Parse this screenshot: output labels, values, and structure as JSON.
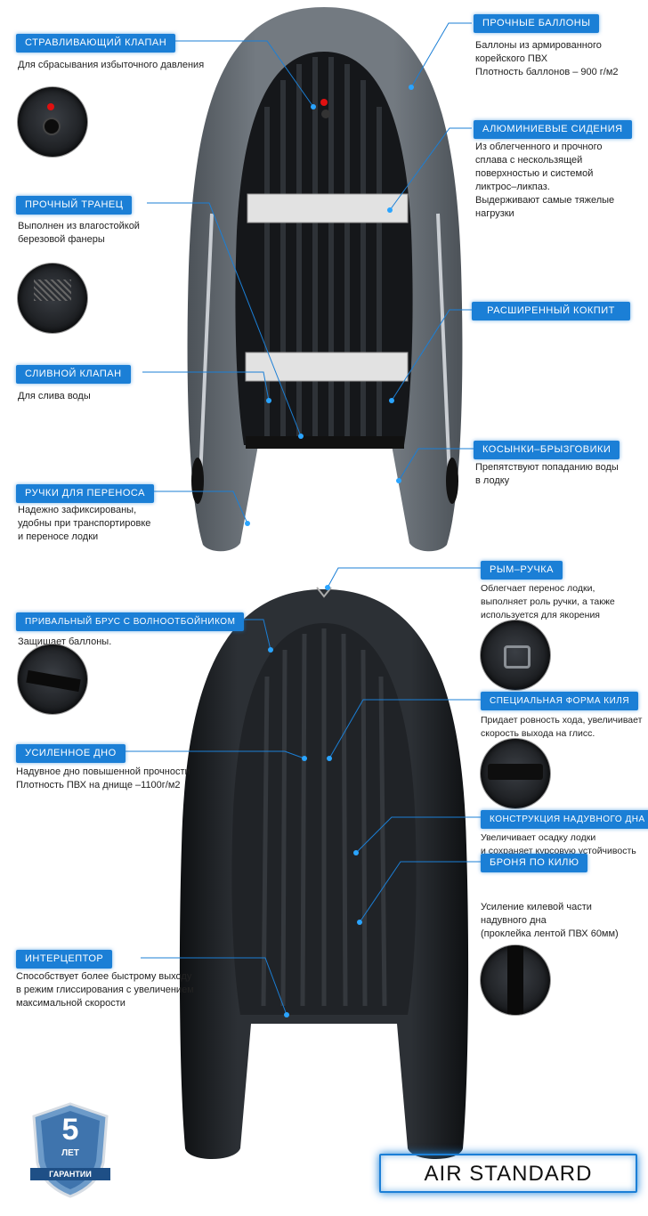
{
  "top_features": [
    {
      "label": "СТРАВЛИВАЮЩИЙ КЛАПАН",
      "desc": [
        "Для сбрасывания избыточного давления"
      ]
    },
    {
      "label": "ПРОЧНЫЙ ТРАНЕЦ",
      "desc": [
        "Выполнен из влагостойкой",
        "березовой фанеры"
      ]
    },
    {
      "label": "СЛИВНОЙ КЛАПАН",
      "desc": [
        "Для слива воды"
      ]
    },
    {
      "label": "РУЧКИ ДЛЯ ПЕРЕНОСА",
      "desc": [
        "Надежно зафиксированы,",
        "удобны при транспортировке",
        "и переносе лодки"
      ]
    },
    {
      "label": "ПРОЧНЫЕ БАЛЛОНЫ",
      "desc": [
        "Баллоны из армированного",
        "корейского ПВХ",
        "Плотность баллонов – 900 г/м2"
      ]
    },
    {
      "label": "АЛЮМИНИЕВЫЕ СИДЕНИЯ",
      "desc": [
        "Из облегченного и прочного",
        "сплава с нескользящей",
        "поверхностью и системой",
        "ликтрос–ликпаз.",
        "Выдерживают самые тяжелые",
        "нагрузки"
      ]
    },
    {
      "label": "РАСШИРЕННЫЙ КОКПИТ",
      "desc": []
    },
    {
      "label": "КОСЫНКИ–БРЫЗГОВИКИ",
      "desc": [
        "Препятствуют попаданию воды",
        "в лодку"
      ]
    }
  ],
  "bottom_features": [
    {
      "label": "ПРИВАЛЬНЫЙ БРУС С ВОЛНООТБОЙНИКОМ",
      "desc": [
        "Защищает баллоны."
      ]
    },
    {
      "label": "УСИЛЕННОЕ ДНО",
      "desc": [
        "Надувное дно повышенной прочности",
        "Плотность ПВХ на днище –1100г/м2"
      ]
    },
    {
      "label": "ИНТЕРЦЕПТОР",
      "desc": [
        "Способствует более быстрому выходу",
        "в режим глиссирования с увеличением",
        "максимальной скорости"
      ]
    },
    {
      "label": "РЫМ–РУЧКА",
      "desc": [
        "Облегчает перенос лодки,",
        "выполняет роль ручки, а также",
        "используется для якорения"
      ]
    },
    {
      "label": "СПЕЦИАЛЬНАЯ ФОРМА КИЛЯ",
      "desc": [
        "Придает ровность хода, увеличивает",
        "скорость выхода на глисс."
      ]
    },
    {
      "label": "КОНСТРУКЦИЯ НАДУВНОГО ДНА",
      "desc": [
        "Увеличивает осадку лодки",
        "и сохраняет курсовую устойчивость"
      ]
    },
    {
      "label": "БРОНЯ ПО КИЛЮ",
      "desc": [
        "Усиление килевой части",
        "надувного дна",
        "(проклейка лентой ПВХ 60мм)"
      ]
    }
  ],
  "badge": {
    "number": "5",
    "word": "ЛЕТ",
    "ribbon": "ГАРАНТИИ"
  },
  "product_name": "AIR STANDARD",
  "colors": {
    "accent": "#1b7fd6",
    "hull_grey": "#6b7178",
    "hull_dark": "#1c1f23"
  }
}
